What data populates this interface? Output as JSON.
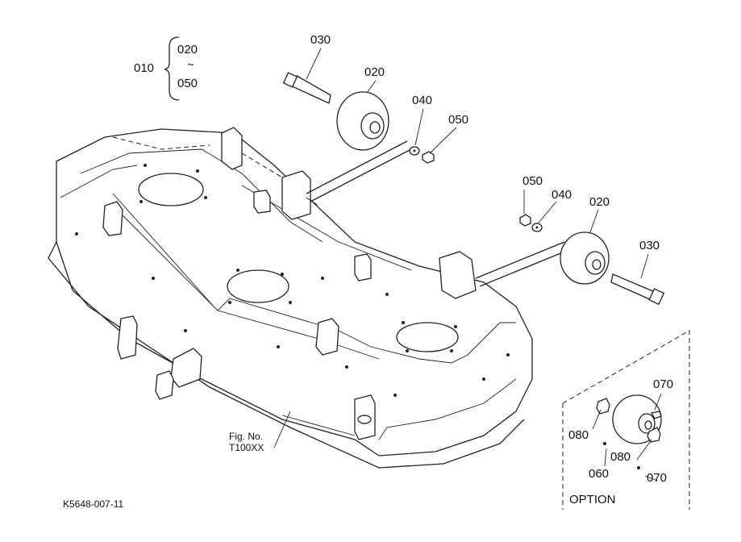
{
  "labels": {
    "group_ref": "010",
    "group_start": "020",
    "group_tilde": "~",
    "group_end": "050",
    "bolt_left": "030",
    "wheel_left": "020",
    "washer_left": "040",
    "nut_left": "050",
    "nut_right": "050",
    "washer_right": "040",
    "wheel_right": "020",
    "bolt_right": "030",
    "opt_070_top": "070",
    "opt_080_left": "080",
    "opt_080_right": "080",
    "opt_060": "060",
    "opt_070_bottom": "070",
    "option_title": "OPTION",
    "fig_no_line1": "Fig. No.",
    "fig_no_line2": "T100XX",
    "drawing_code": "K5648-007-11"
  }
}
